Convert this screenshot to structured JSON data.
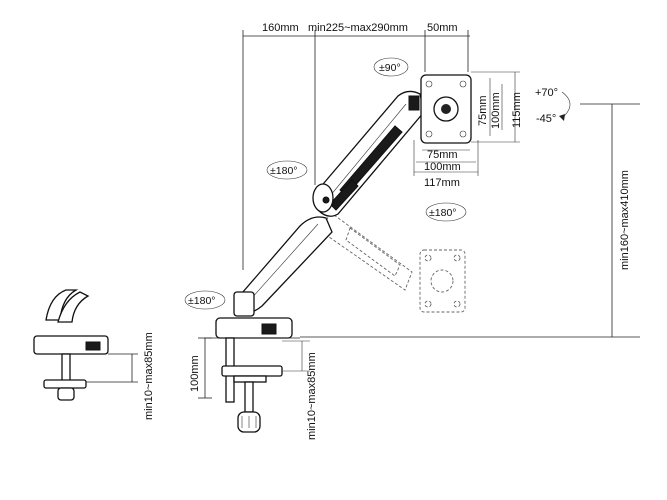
{
  "dimensions": {
    "offset_width": "160mm",
    "arm_length": "min225~max290mm",
    "vesa_offset": "50mm",
    "vesa_75_v": "75mm",
    "vesa_100_v": "100mm",
    "plate_height": "115mm",
    "vesa_75_h": "75mm",
    "vesa_100_h": "100mm",
    "plate_width": "117mm",
    "height_range": "min160~max410mm",
    "pole_height": "100mm",
    "clamp_range_side": "min10~max85mm",
    "clamp_range_front": "min10~max85mm"
  },
  "rotations": {
    "swivel_plate": "±90°",
    "joint_middle": "±180°",
    "joint_lower": "±180°",
    "joint_ghost": "±180°",
    "tilt_up": "+70°",
    "tilt_down": "-45°"
  }
}
